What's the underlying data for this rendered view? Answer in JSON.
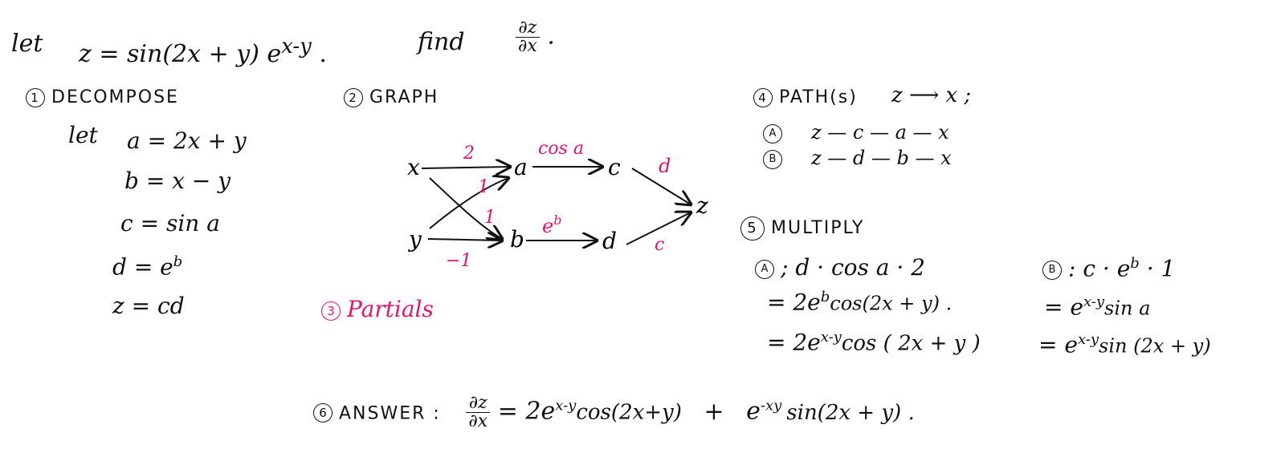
{
  "header": {
    "let": "let",
    "equation": "z = sin(2x + y) e",
    "exponent": "x-y",
    "find": "find",
    "deriv_top": "∂z",
    "deriv_bot": "∂x"
  },
  "decompose": {
    "num": "1",
    "title": "DECOMPOSE",
    "let": "let",
    "lines": [
      "a = 2x + y",
      "b = x − y",
      "c = sin a",
      "d = e",
      "z = cd"
    ],
    "d_exp": "b"
  },
  "graph": {
    "num": "2",
    "title": "GRAPH",
    "nodes": {
      "x": "x",
      "y": "y",
      "a": "a",
      "b": "b",
      "c": "c",
      "d": "d",
      "z": "z"
    },
    "edge_labels": {
      "xa": "2",
      "ya": "1",
      "xb": "1",
      "yb": "−1",
      "ac": "cos a",
      "bd": "e",
      "bd_exp": "b",
      "cz": "d",
      "dz": "c"
    }
  },
  "partials": {
    "num": "3",
    "title": "Partials"
  },
  "paths": {
    "num": "4",
    "title": "PATH(s)",
    "relation": "z ⟶ x ;",
    "items": [
      {
        "mark": "A",
        "path": "z — c — a — x"
      },
      {
        "mark": "B",
        "path": "z — d — b — x"
      }
    ]
  },
  "multiply": {
    "num": "5",
    "title": "MULTIPLY",
    "a_mark": "A",
    "a_lines": [
      "; d · cos a · 2",
      "= 2e",
      "= 2e"
    ],
    "a_exp": [
      "b",
      "x-y"
    ],
    "a_tail": [
      "cos(2x + y) .",
      "cos ( 2x + y )"
    ],
    "b_mark": "B",
    "b_lines": [
      ": c · e",
      "= e",
      "= e"
    ],
    "b_exp": [
      "b",
      "x-y",
      "x-y"
    ],
    "b_tail": [
      " · 1",
      "sin a",
      "sin (2x + y)"
    ]
  },
  "answer": {
    "num": "6",
    "title": "ANSWER :",
    "deriv_top": "∂z",
    "deriv_bot": "∂x",
    "eq": "=",
    "term1": "2e",
    "term1_exp": "x-y",
    "term1_tail": "cos(2x+y)",
    "plus": "+",
    "term2": "e",
    "term2_exp": "-xy",
    "term2_tail": "sin(2x + y) ."
  },
  "colors": {
    "ink": "#111111",
    "accent": "#e8116e"
  }
}
